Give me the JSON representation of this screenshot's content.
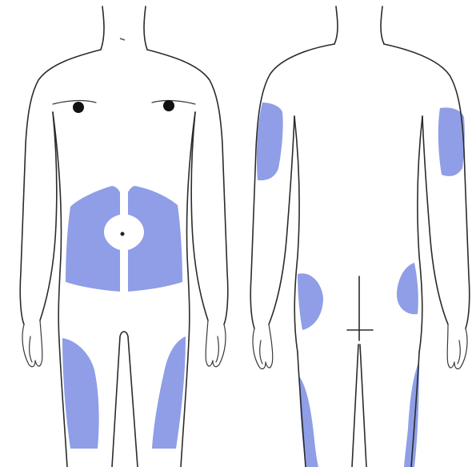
{
  "colors": {
    "injection_site": "#8f9ee6",
    "outline": "#2b2b2b",
    "background": "#ffffff"
  },
  "figures": [
    {
      "view": "front",
      "sites": [
        "abdomen",
        "left-thigh",
        "right-thigh"
      ]
    },
    {
      "view": "back",
      "sites": [
        "left-upper-arm",
        "right-upper-arm",
        "left-buttock",
        "right-buttock",
        "left-thigh-back",
        "right-thigh-back"
      ]
    }
  ]
}
